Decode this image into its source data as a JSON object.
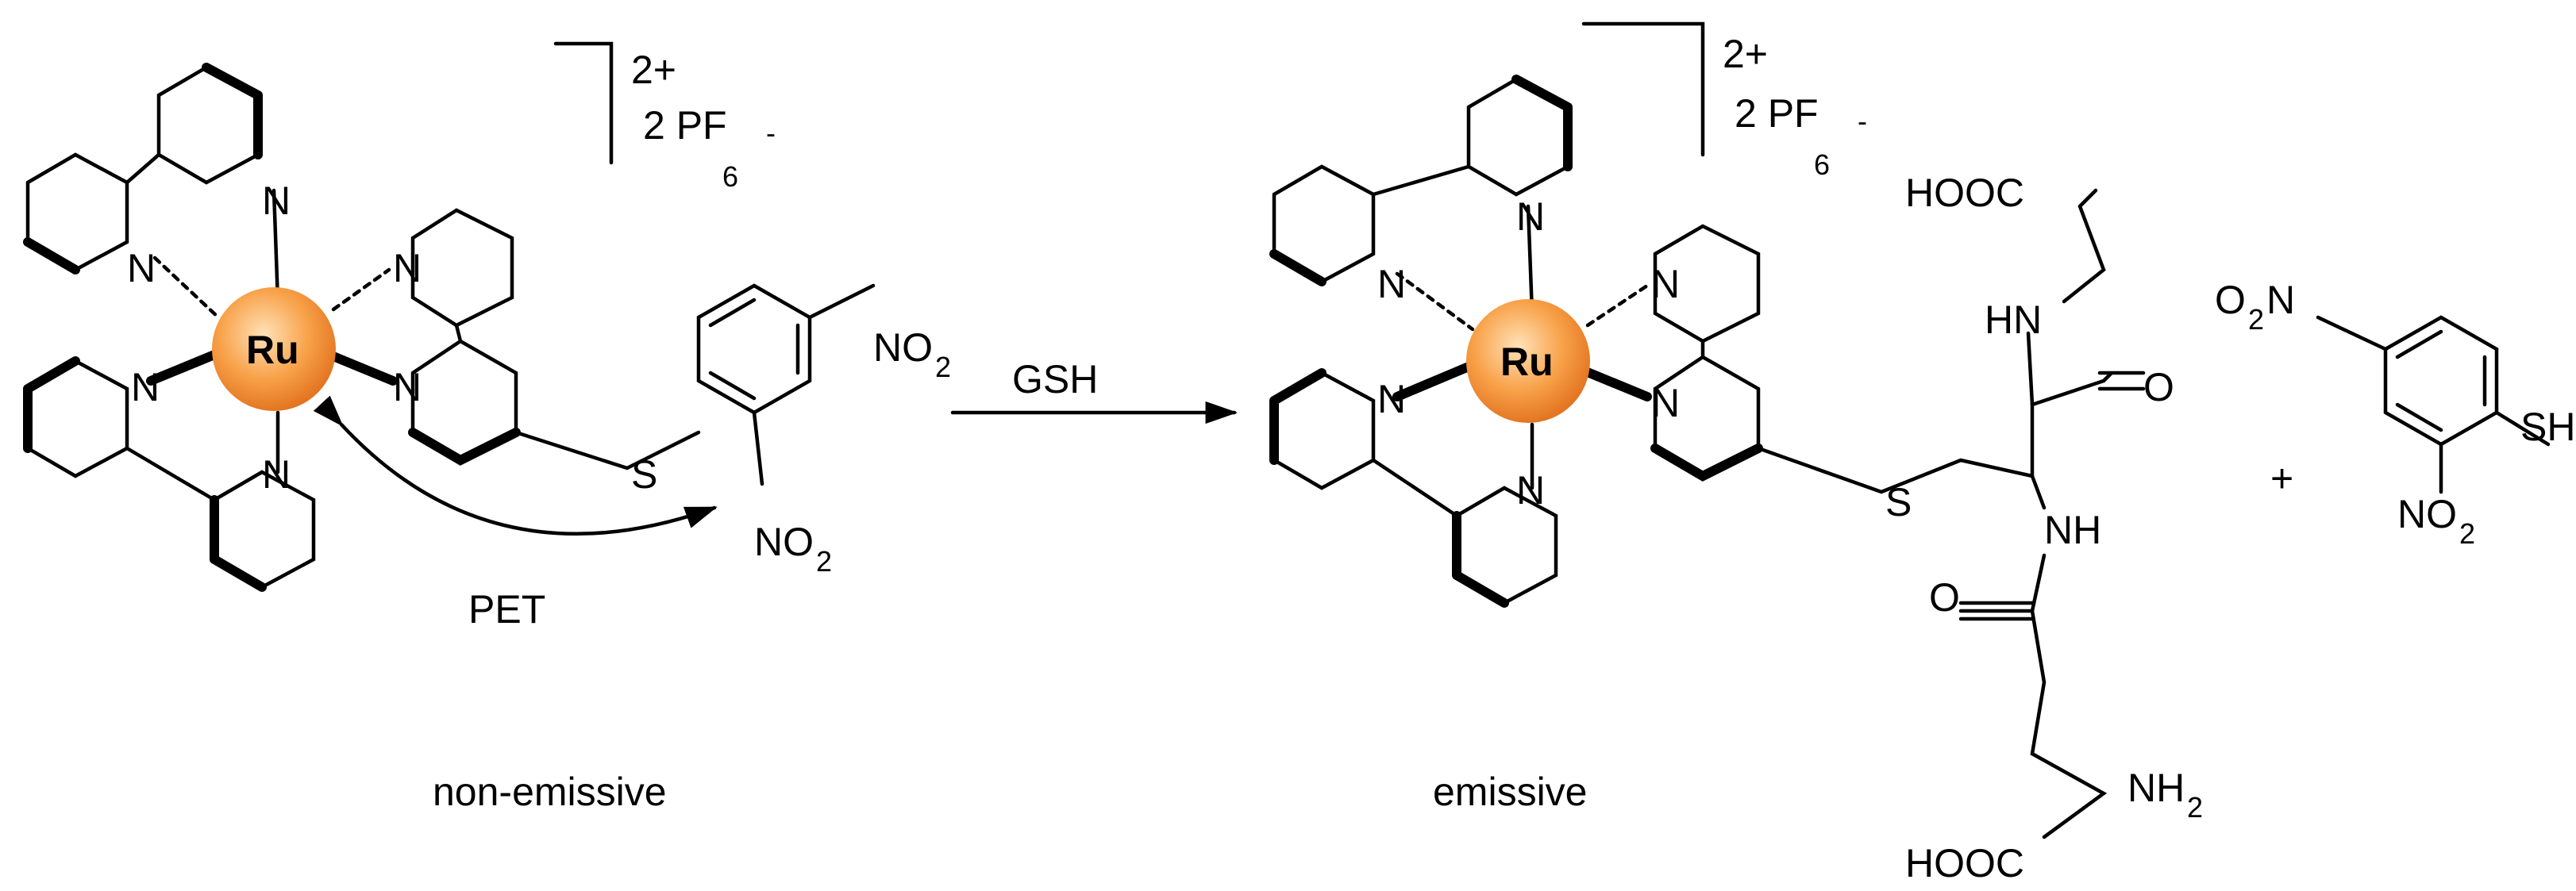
{
  "reaction": {
    "reagent": "GSH",
    "pet_label": "PET",
    "left_label": "non-emissive",
    "right_label": "emissive",
    "plus": "+"
  },
  "charge": {
    "main": "2+",
    "counter": "2 PF",
    "sub": "6",
    "sup": "-"
  },
  "atoms": {
    "metal": "Ru",
    "n": "N",
    "s": "S",
    "no2": "NO",
    "no2_sub": "2",
    "hooc": "HOOC",
    "hn": "HN",
    "nh": "NH",
    "nh2": "NH",
    "nh2_sub": "2",
    "o": "O",
    "sh": "SH",
    "o2n_o": "O",
    "o2n_sub": "2",
    "o2n_n": "N"
  },
  "colors": {
    "ru_sphere_light": "#ffe2b8",
    "ru_sphere_mid": "#f8a24a",
    "ru_sphere_dark": "#e2711d"
  }
}
